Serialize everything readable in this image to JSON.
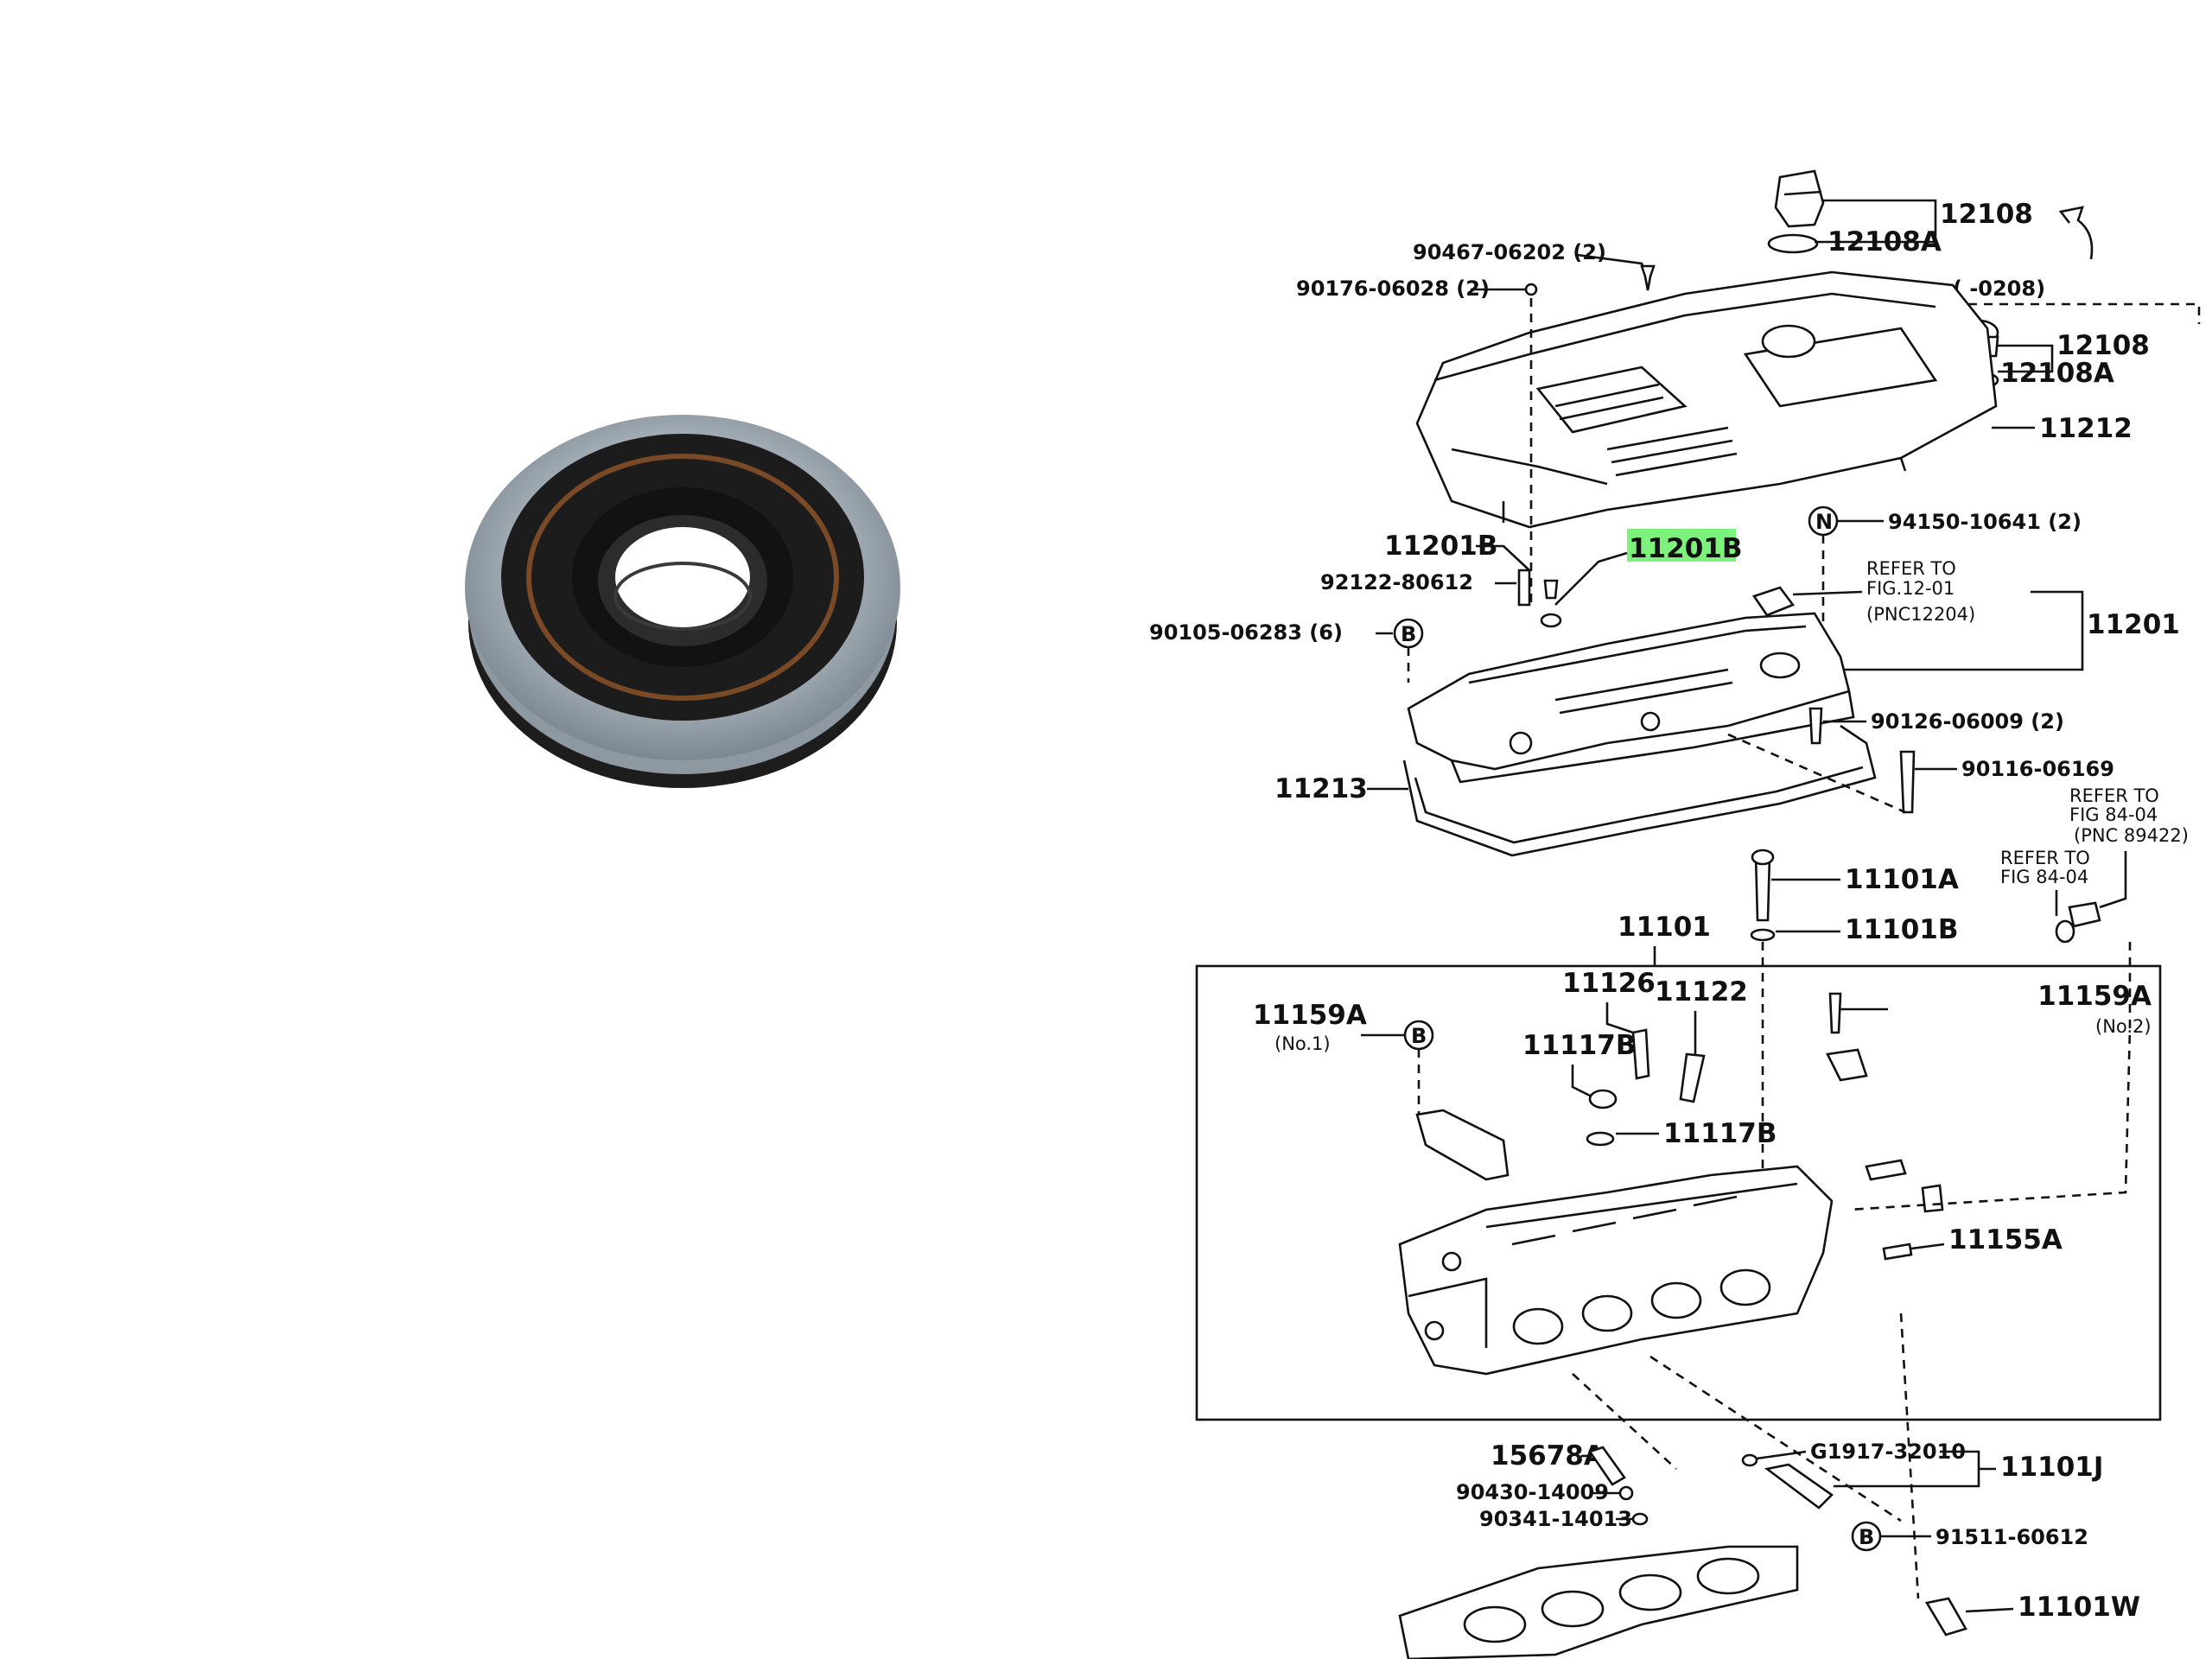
{
  "photo": {
    "part_icon": "oil-seal-ring-icon",
    "colors": {
      "outer_ring": "#9aa4ad",
      "rubber": "#1c1c1c",
      "spring": "#7a4a26"
    }
  },
  "diagram": {
    "highlight_color": "#7cf27c",
    "labels": {
      "p12108_top": "12108",
      "p12108a_top": "12108A",
      "p12108_right": "12108",
      "p12108a_right": "12108A",
      "range_note": "(      -0208)",
      "p90467": "90467-06202 (2)",
      "p90176": "90176-06028 (2)",
      "p11212": "11212",
      "p94150": "94150-10641 (2)",
      "circle_n": "N",
      "p11201b_left": "11201B",
      "p11201b_hl": "11201B",
      "p92122": "92122-80612",
      "p90105": "90105-06283 (6)",
      "circle_b1": "B",
      "refer1_a": "REFER TO",
      "refer1_b": "FIG.12-01",
      "refer1_c": "(PNC12204)",
      "p11201": "11201",
      "p90126": "90126-06009 (2)",
      "p90116": "90116-06169",
      "p11213": "11213",
      "refer2_a": "REFER TO",
      "refer2_b": "FIG 84-04",
      "refer2_c": "(PNC 89422)",
      "refer3_a": "REFER TO",
      "refer3_b": "FIG 84-04",
      "p11101a": "11101A",
      "p11101b": "11101B",
      "p11101": "11101",
      "p11126": "11126",
      "p11122": "11122",
      "p11159a_left": "11159A",
      "no1": "(No.1)",
      "circle_b2": "B",
      "p11159a_right": "11159A",
      "no2": "(No.2)",
      "p11117b_top": "11117B",
      "p11117b_mid": "11117B",
      "p11155a": "11155A",
      "p15678a": "15678A",
      "p90430": "90430-14009",
      "p90341": "90341-14013",
      "p61917": "G1917-32010",
      "p11101j": "11101J",
      "circle_b3": "B",
      "p91511": "91511-60612",
      "p11101w": "11101W"
    }
  }
}
